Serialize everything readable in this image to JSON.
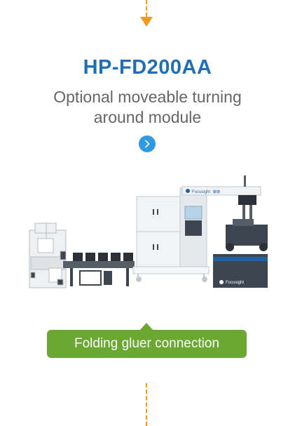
{
  "section": {
    "model": "HP-FD200AA",
    "description": "Optional moveable turning around module",
    "next_icon": "chevron-right-icon",
    "connection_label": "Folding gluer connection"
  },
  "machine": {
    "brand_text": "Focusight",
    "brand_text_cn": "聚德"
  },
  "colors": {
    "accent_orange": "#f39a1e",
    "title_blue": "#1f6fb5",
    "button_blue": "#2f9ae0",
    "label_green": "#6aa833",
    "machine_dark": "#3d4650",
    "machine_blue": "#1d63a8"
  }
}
